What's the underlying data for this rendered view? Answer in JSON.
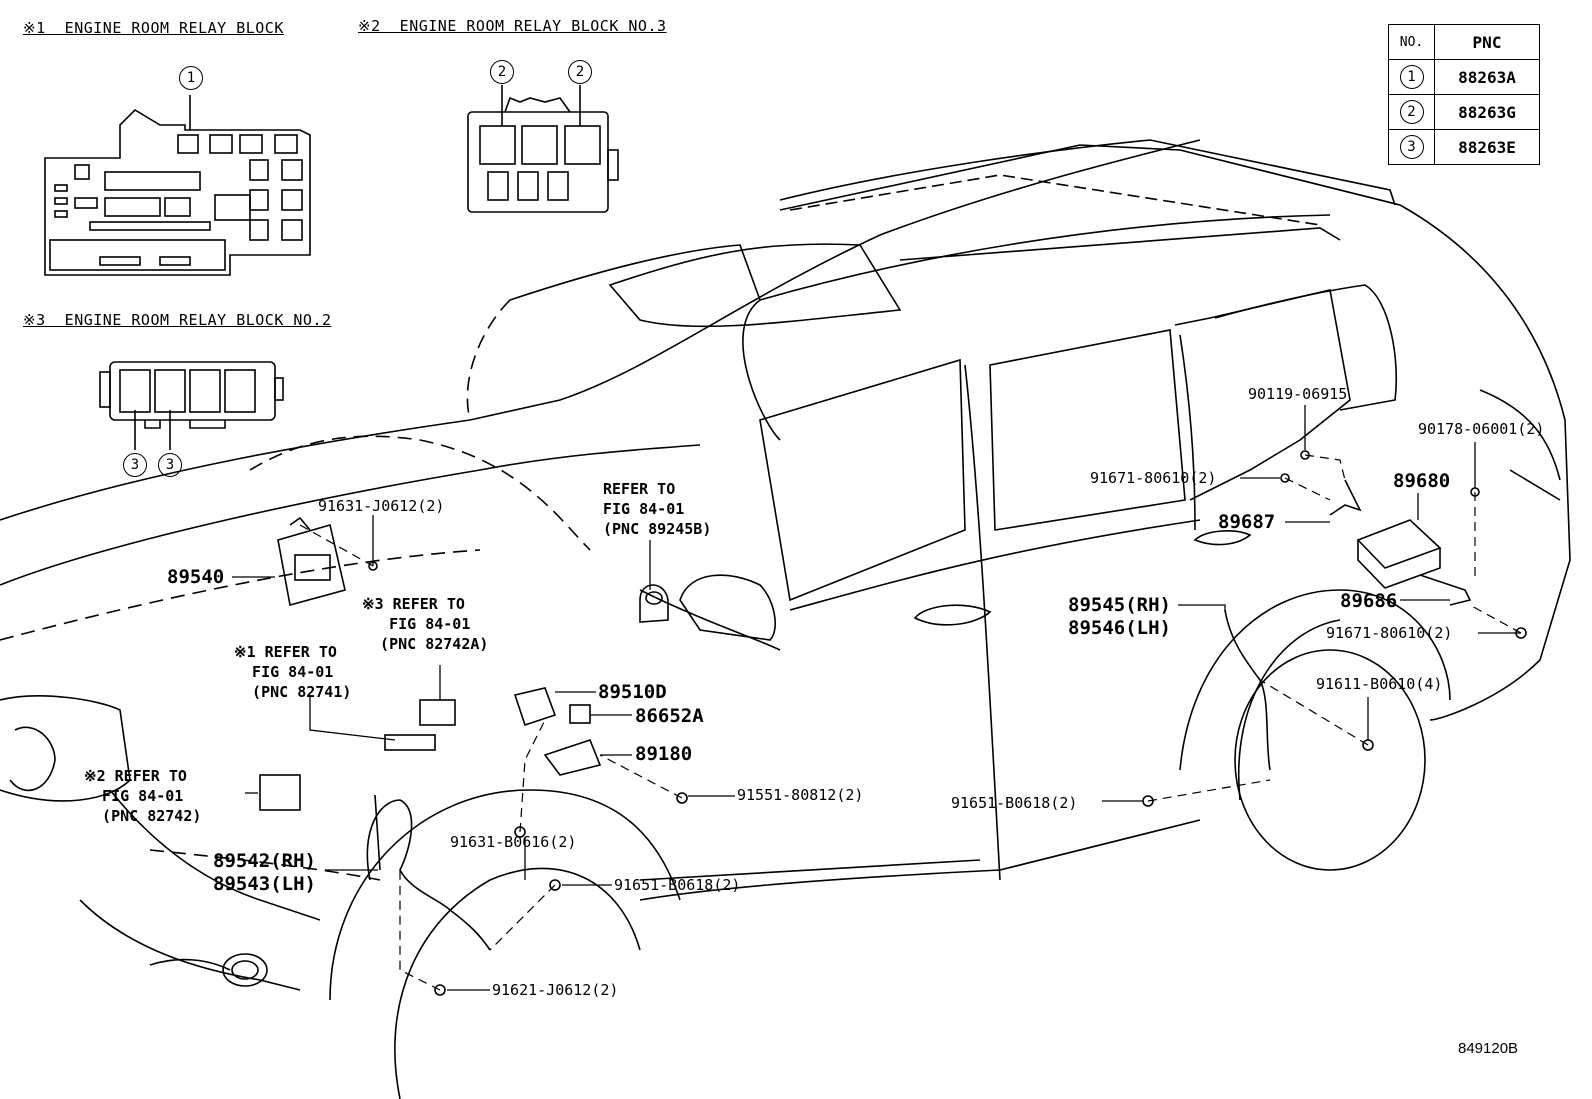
{
  "headers": {
    "relay_block": "※1  ENGINE ROOM RELAY BLOCK",
    "relay_block_no3": "※2  ENGINE ROOM RELAY BLOCK NO.3",
    "relay_block_no2": "※3  ENGINE ROOM RELAY BLOCK NO.2"
  },
  "pnc_table": {
    "col_no": "NO.",
    "col_pnc": "PNC",
    "rows": [
      {
        "no": "1",
        "pnc": "88263A"
      },
      {
        "no": "2",
        "pnc": "88263G"
      },
      {
        "no": "3",
        "pnc": "88263E"
      }
    ]
  },
  "callouts": {
    "c1": "1",
    "c2": "2",
    "c3": "3"
  },
  "parts": {
    "p89540": "89540",
    "p91631_j0612": "91631-J0612(2)",
    "ref_fig_89245b": "REFER TO\nFIG 84-01\n(PNC 89245B)",
    "ref3_82742a": "※3 REFER TO\n   FIG 84-01\n  (PNC 82742A)",
    "ref1_82741": "※1 REFER TO\n  FIG 84-01\n  (PNC 82741)",
    "ref2_82742": "※2 REFER TO\n  FIG 84-01\n  (PNC 82742)",
    "p89510d": "89510D",
    "p86652a": "86652A",
    "p89180": "89180",
    "p91551_80812": "91551-80812(2)",
    "p91631_b0616": "91631-B0616(2)",
    "p89542": "89542(RH)",
    "p89543": "89543(LH)",
    "p91651_b0618_front": "91651-B0618(2)",
    "p91621_j0612": "91621-J0612(2)",
    "p90119_06915": "90119-06915",
    "p90178_06001": "90178-06001(2)",
    "p91671_80610_top": "91671-80610(2)",
    "p89680": "89680",
    "p89687": "89687",
    "p89545": "89545(RH)",
    "p89546": "89546(LH)",
    "p89686": "89686",
    "p91671_80610_mid": "91671-80610(2)",
    "p91611_b0610": "91611-B0610(4)",
    "p91651_b0618_rear": "91651-B0618(2)"
  },
  "figure_number": "849120B"
}
